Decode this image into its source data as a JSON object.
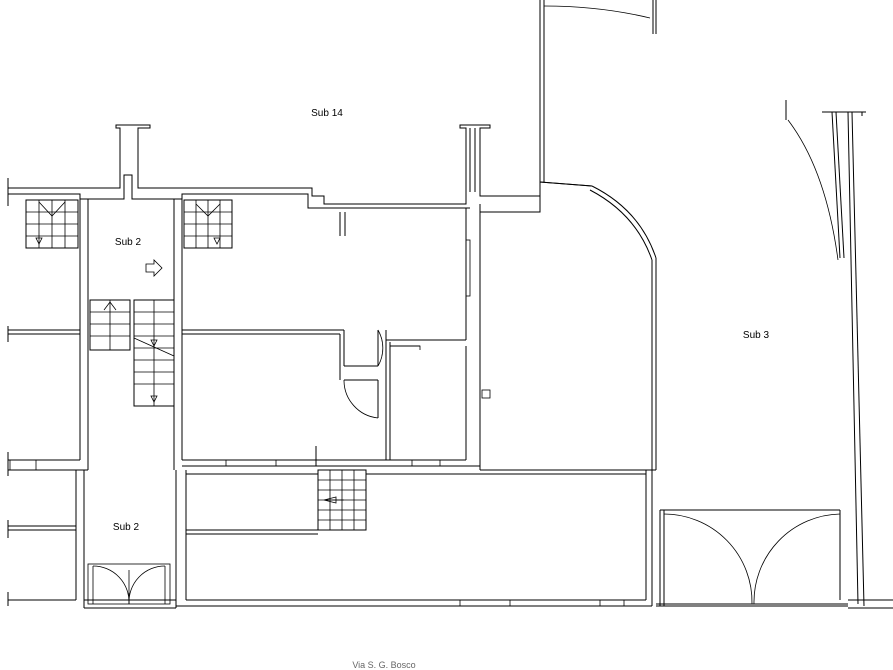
{
  "labels": {
    "sub14": "Sub 14",
    "sub2_upper": "Sub 2",
    "sub2_lower": "Sub 2",
    "sub3": "Sub 3"
  },
  "caption": "Via S. G. Bosco"
}
